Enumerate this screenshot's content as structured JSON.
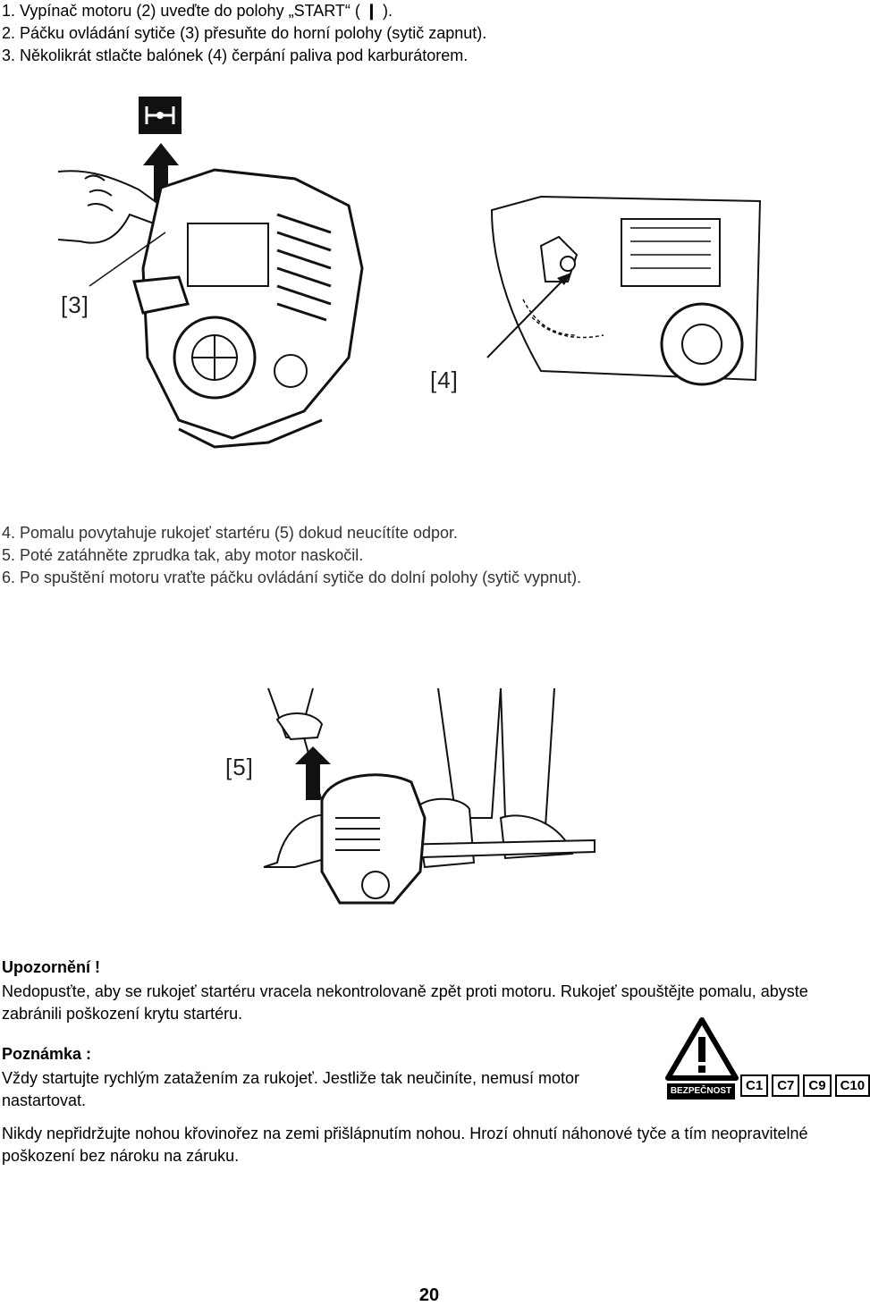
{
  "steps_top": [
    "1. Vypínač motoru (2) uveďte do polohy „START“ ( ❙ ).",
    "2. Páčku ovládání sytiče (3) přesuňte do horní polohy (sytič zapnut).",
    "3. Několikrát stlačte balónek (4) čerpání paliva pod karburátorem."
  ],
  "figure_labels": {
    "choke": "[3]",
    "primer": "[4]",
    "starter": "[5]"
  },
  "steps_mid": [
    "4. Pomalu povytahuje rukojeť startéru (5) dokud neucítíte odpor.",
    "5. Poté zatáhněte zprudka tak, aby motor naskočil.",
    "6. Po spuštění motoru vraťte páčku ovládání sytiče do dolní polohy (sytič vypnut)."
  ],
  "warning": {
    "title": "Upozornění !",
    "text": "Nedopusťte, aby se rukojeť startéru vracela nekontrolovaně zpět proti motoru. Rukojeť spouštějte pomalu, abyste zabránili poškození krytu startéru."
  },
  "note": {
    "title": "Poznámka :",
    "text": "Vždy startujte rychlým zatažením za rukojeť. Jestliže tak neučiníte, nemusí motor nastartovat."
  },
  "safety_symbol": {
    "tag": "BEZPEČNOST",
    "codes": [
      "C1",
      "C7",
      "C9",
      "C10"
    ]
  },
  "final_text": "Nikdy nepřidržujte nohou křovinořez na zemi přišlápnutím nohou. Hrozí ohnutí náhonové tyče a tím neopravitelné poškození bez nároku na záruku.",
  "page_number": "20"
}
